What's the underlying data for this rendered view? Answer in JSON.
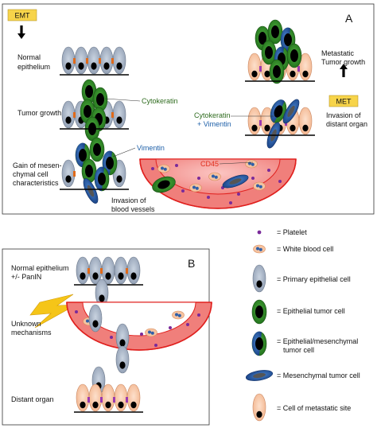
{
  "panel_a": {
    "letter": "A",
    "emt_badge": "EMT",
    "met_badge": "MET",
    "stages": {
      "normal_epithelium": [
        "Normal",
        "epithelium"
      ],
      "tumor_growth": "Tumor growth",
      "gain_mesenchymal": [
        "Gain of mesen-",
        "chymal  cell",
        "characteristics"
      ],
      "invasion_blood_vessels": [
        "Invasion of",
        "blood vessels"
      ],
      "metastatic_tumor_growth": [
        "Metastatic",
        "Tumor growth"
      ],
      "invasion_distant_organ": [
        "Invasion of",
        "distant organ"
      ]
    },
    "markers": {
      "cytokeratin": "Cytokeratin",
      "vimentin": "Vimentin",
      "cytokeratin_vimentin": [
        "Cytokeratin",
        "+ Vimentin"
      ],
      "cd45": "CD45"
    }
  },
  "panel_b": {
    "letter": "B",
    "normal_epithelium": [
      "Normal epithelium",
      "+/- PanIN"
    ],
    "unknown_mechanisms": [
      "Unknown",
      "mechanisms"
    ],
    "distant_organ": "Distant organ"
  },
  "legend": [
    {
      "key": "platelet",
      "label": [
        "= Platelet"
      ]
    },
    {
      "key": "white-blood-cell",
      "label": [
        "= White blood cell"
      ]
    },
    {
      "key": "primary-epithelial-cell",
      "label": [
        "= Primary epithelial cell"
      ]
    },
    {
      "key": "epithelial-tumor-cell",
      "label": [
        "= Epithelial tumor cell"
      ]
    },
    {
      "key": "epithelial-mesenchymal-tumor-cell",
      "label": [
        "= Epithelial/mesenchymal",
        "tumor cell"
      ]
    },
    {
      "key": "mesenchymal-tumor-cell",
      "label": [
        "= Mesenchymal tumor cell"
      ]
    },
    {
      "key": "cell-of-metastatic-site",
      "label": [
        "= Cell of metastatic site"
      ]
    }
  ],
  "colors": {
    "epithelial_cell": "#aab7c9",
    "tumor_green": "#2f8a2a",
    "mesenchymal_blue": "#1f5aa8",
    "vessel_fill": "#f4a0a0",
    "vessel_stroke": "#e0201e",
    "platelet": "#7a2a9a",
    "metastatic_cell": "#f6c3a0",
    "badge_yellow": "#f7d44a",
    "lightning": "#f5c518",
    "orange_marker": "#e06a1a"
  }
}
